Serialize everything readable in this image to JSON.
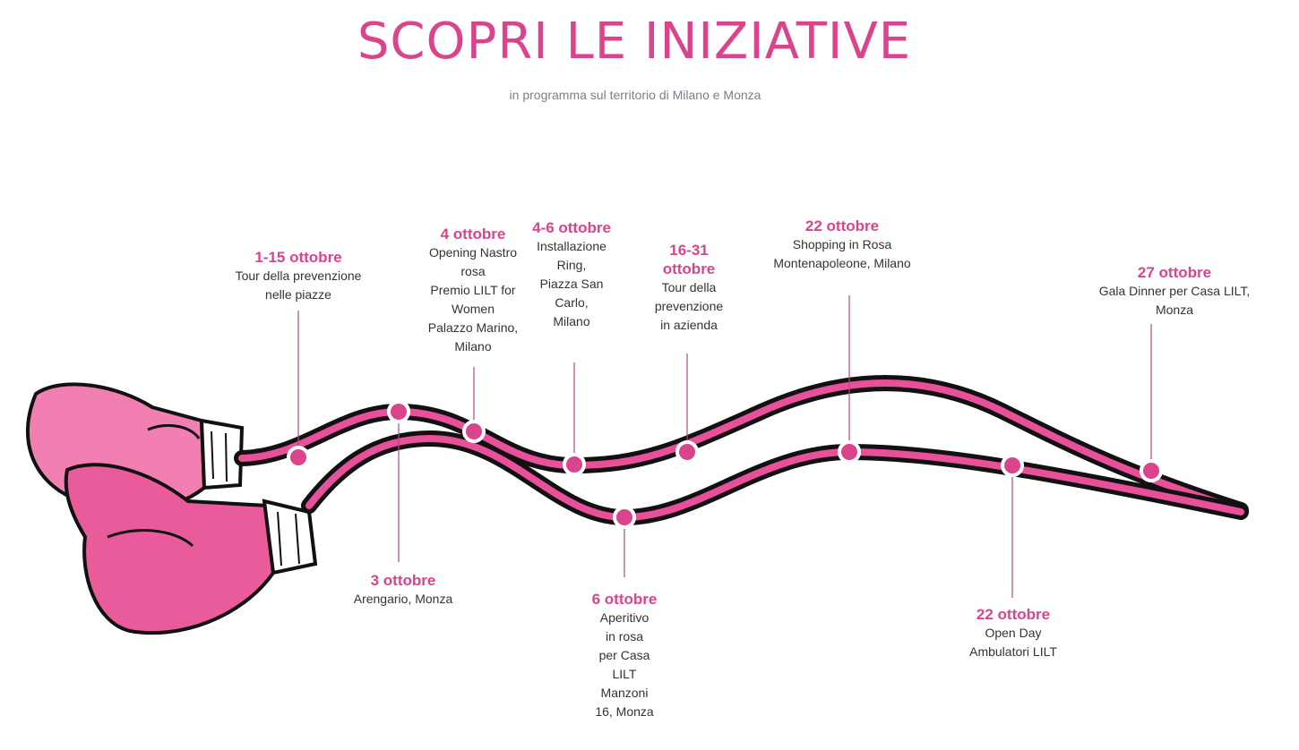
{
  "colors": {
    "accent": "#d9448d",
    "text": "#333333",
    "muted": "#7a7f88",
    "glove_light": "#f27fb2",
    "glove_dark": "#ea5b9c",
    "rope": "#e8509a"
  },
  "header": {
    "title": "SCOPRI LE INIZIATIVE",
    "subtitle": "in programma sul territorio di Milano e Monza"
  },
  "events": [
    {
      "date": "1-15 ottobre",
      "lines": [
        "Tour della prevenzione",
        "nelle piazze"
      ]
    },
    {
      "date": "3 ottobre",
      "lines": [
        "Arengario, Monza"
      ]
    },
    {
      "date": "4 ottobre",
      "lines": [
        "Opening Nastro",
        "rosa",
        "Premio LILT for",
        "Women",
        "Palazzo Marino,",
        "Milano"
      ]
    },
    {
      "date": "4-6 ottobre",
      "lines": [
        "Installazione",
        "Ring,",
        "Piazza San",
        "Carlo,",
        "Milano"
      ]
    },
    {
      "date": "6 ottobre",
      "lines": [
        "Aperitivo",
        "in rosa",
        "per Casa",
        "LILT",
        "Manzoni",
        "16, Monza"
      ]
    },
    {
      "date": "16-31 ottobre",
      "lines": [
        "Tour della",
        "prevenzione",
        "in azienda"
      ]
    },
    {
      "date": "22 ottobre",
      "lines": [
        "Shopping in Rosa",
        "Montenapoleone, Milano"
      ]
    },
    {
      "date": "22 ottobre",
      "lines": [
        "Open Day",
        "Ambulatori LILT"
      ]
    },
    {
      "date": "27 ottobre",
      "lines": [
        "Gala Dinner per Casa LILT,",
        "Monza"
      ]
    }
  ]
}
